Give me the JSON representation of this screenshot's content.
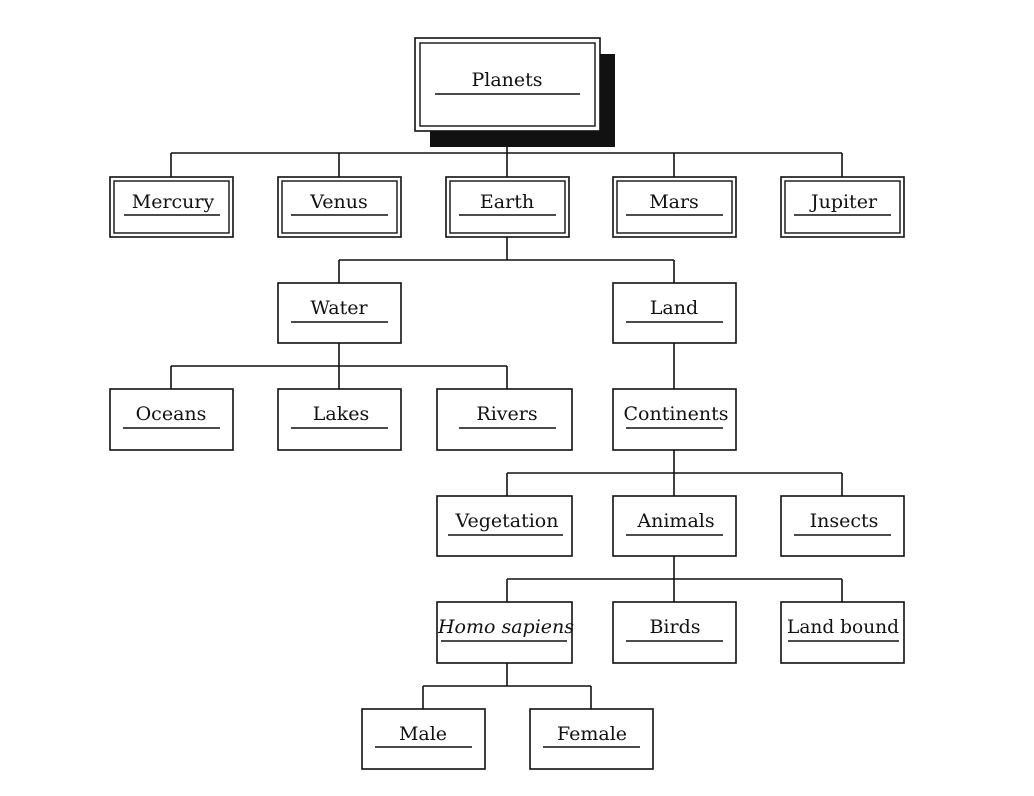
{
  "nodes": {
    "planets": "Planets",
    "mercury": "Mercury",
    "venus": "Venus",
    "earth": "Earth",
    "mars": "Mars",
    "jupiter": "Jupiter",
    "water": "Water",
    "land": "Land",
    "oceans": "Oceans",
    "lakes": "Lakes",
    "rivers": "Rivers",
    "continents": "Continents",
    "vegetation": "Vegetation",
    "animals": "Animals",
    "insects": "Insects",
    "homo_sapiens": "Homo sapiens",
    "birds": "Birds",
    "land_bound": "Land bound",
    "male": "Male",
    "female": "Female"
  },
  "colors": {
    "ink": "#111111",
    "paper": "#ffffff"
  }
}
